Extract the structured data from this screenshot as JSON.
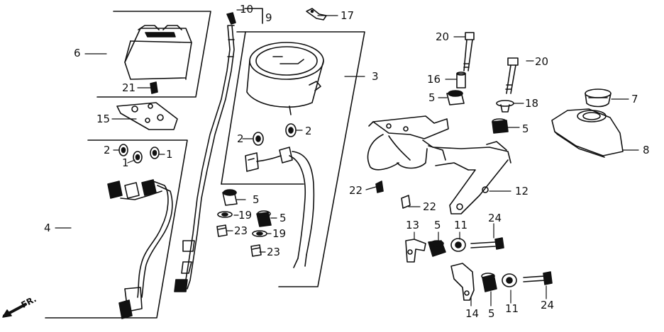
{
  "diagram": {
    "direction_label": "FR.",
    "callouts": [
      {
        "id": "c10a",
        "text": "10"
      },
      {
        "id": "c9",
        "text": "9"
      },
      {
        "id": "c17",
        "text": "17"
      },
      {
        "id": "c6",
        "text": "6"
      },
      {
        "id": "c21",
        "text": "21"
      },
      {
        "id": "c15",
        "text": "15"
      },
      {
        "id": "c3",
        "text": "3"
      },
      {
        "id": "c20a",
        "text": "20"
      },
      {
        "id": "c20b",
        "text": "20"
      },
      {
        "id": "c16",
        "text": "16"
      },
      {
        "id": "c5a",
        "text": "5"
      },
      {
        "id": "c18",
        "text": "18"
      },
      {
        "id": "c5b",
        "text": "5"
      },
      {
        "id": "c7",
        "text": "7"
      },
      {
        "id": "c8",
        "text": "8"
      },
      {
        "id": "c2a",
        "text": "2"
      },
      {
        "id": "c2b",
        "text": "2"
      },
      {
        "id": "c1a",
        "text": "1"
      },
      {
        "id": "c1b",
        "text": "1"
      },
      {
        "id": "c2c",
        "text": "2"
      },
      {
        "id": "c4",
        "text": "4"
      },
      {
        "id": "c5c",
        "text": "5"
      },
      {
        "id": "c19a",
        "text": "19"
      },
      {
        "id": "c5d",
        "text": "5"
      },
      {
        "id": "c23a",
        "text": "23"
      },
      {
        "id": "c19b",
        "text": "19"
      },
      {
        "id": "c23b",
        "text": "23"
      },
      {
        "id": "c22a",
        "text": "22"
      },
      {
        "id": "c22b",
        "text": "22"
      },
      {
        "id": "c12",
        "text": "12"
      },
      {
        "id": "c13",
        "text": "13"
      },
      {
        "id": "c5e",
        "text": "5"
      },
      {
        "id": "c11a",
        "text": "11"
      },
      {
        "id": "c24a",
        "text": "24"
      },
      {
        "id": "c14",
        "text": "14"
      },
      {
        "id": "c5f",
        "text": "5"
      },
      {
        "id": "c11b",
        "text": "11"
      },
      {
        "id": "c24b",
        "text": "24"
      }
    ]
  }
}
